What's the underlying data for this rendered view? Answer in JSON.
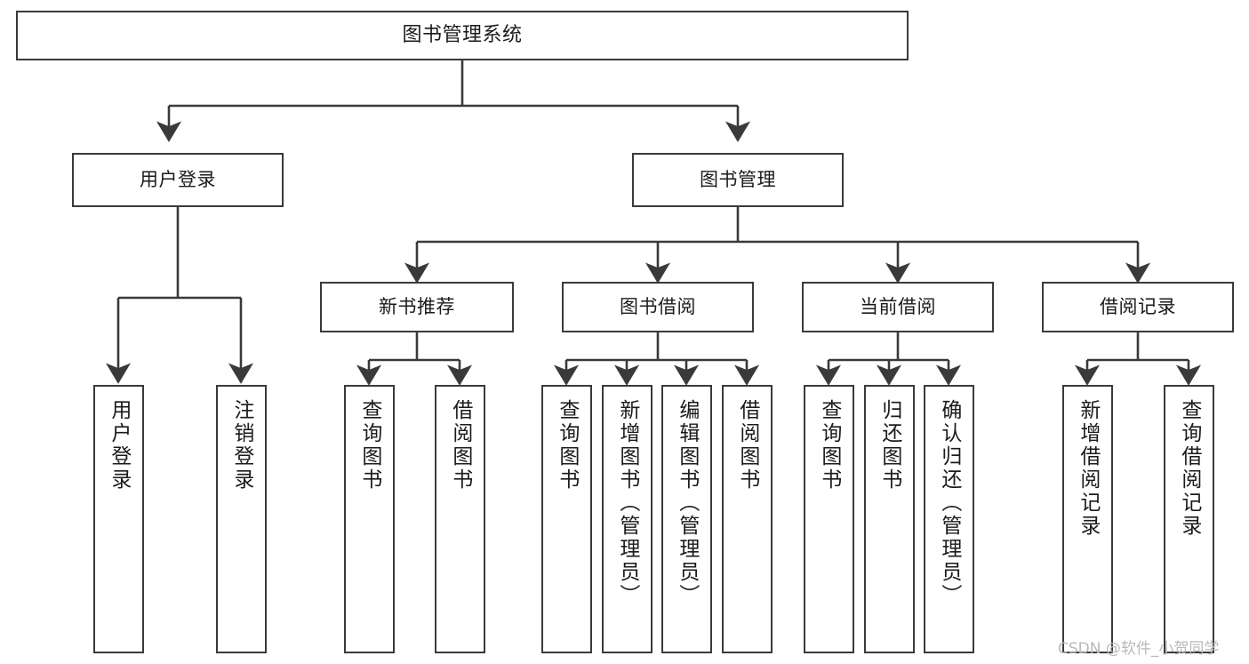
{
  "diagram": {
    "title": "图书管理系统",
    "type": "tree-hierarchy-chart",
    "watermark": "CSDN @软件_小贺同学",
    "colors": {
      "box_border": "#3a3a3a",
      "box_fill": "#ffffff",
      "edge": "#3a3a3a",
      "text": "#1b1b1b",
      "watermark": "#b9b9b9",
      "background": "#ffffff"
    },
    "nodes": {
      "root": {
        "label": "图书管理系统"
      },
      "level1": [
        {
          "id": "user-login",
          "label": "用户登录"
        },
        {
          "id": "book-manage",
          "label": "图书管理"
        }
      ],
      "level2": [
        {
          "id": "new-book-recommend",
          "label": "新书推荐"
        },
        {
          "id": "book-borrow",
          "label": "图书借阅"
        },
        {
          "id": "current-borrow",
          "label": "当前借阅"
        },
        {
          "id": "borrow-record",
          "label": "借阅记录"
        }
      ],
      "user_login_children": [
        {
          "id": "login",
          "label": "用户登录"
        },
        {
          "id": "logout",
          "label": "注销登录"
        }
      ],
      "new_book_recommend_children": [
        {
          "id": "query-book-1",
          "label": "查询图书"
        },
        {
          "id": "borrow-book-1",
          "label": "借阅图书"
        }
      ],
      "book_borrow_children": [
        {
          "id": "query-book-2",
          "label": "查询图书"
        },
        {
          "id": "add-book",
          "label": "新增图书（管理员）"
        },
        {
          "id": "edit-book",
          "label": "编辑图书（管理员）"
        },
        {
          "id": "borrow-book-2",
          "label": "借阅图书"
        }
      ],
      "current_borrow_children": [
        {
          "id": "query-book-3",
          "label": "查询图书"
        },
        {
          "id": "return-book",
          "label": "归还图书"
        },
        {
          "id": "confirm-return",
          "label": "确认归还（管理员）"
        }
      ],
      "borrow_record_children": [
        {
          "id": "add-record",
          "label": "新增借阅记录"
        },
        {
          "id": "query-record",
          "label": "查询借阅记录"
        }
      ]
    }
  }
}
